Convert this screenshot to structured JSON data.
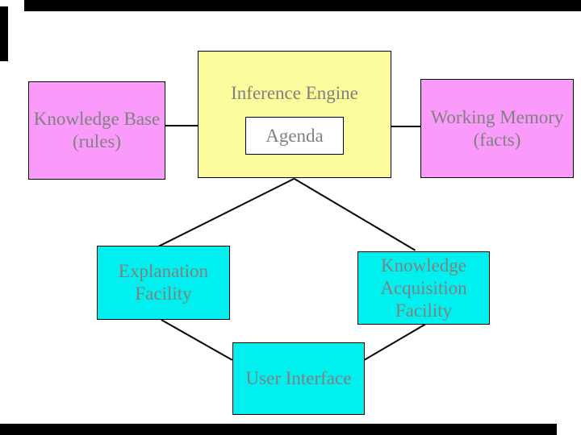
{
  "slide": {
    "background_color": "#FFFFFF",
    "text_color": "#808080",
    "border_color": "#000000",
    "letterbox_color": "#000000"
  },
  "nodes": {
    "inference_engine": {
      "label": "Inference Engine",
      "fill": "#FCFC9C"
    },
    "agenda": {
      "label": "Agenda",
      "fill": "#FFFFFF"
    },
    "knowledge_base": {
      "lines": [
        "Knowledge Base",
        "(rules)"
      ],
      "fill": "#FA9AFA"
    },
    "working_memory": {
      "lines": [
        "Working Memory",
        "(facts)"
      ],
      "fill": "#FA9AFA"
    },
    "explanation_facility": {
      "lines": [
        "Explanation",
        "Facility"
      ],
      "fill": "#00F0F0"
    },
    "knowledge_acquisition_facility": {
      "lines": [
        "Knowledge",
        "Acquisition",
        "Facility"
      ],
      "fill": "#00F0F0"
    },
    "user_interface": {
      "label": "User Interface",
      "fill": "#00F0F0"
    }
  },
  "connectors": [
    {
      "from": "knowledge_base",
      "to": "inference_engine"
    },
    {
      "from": "inference_engine",
      "to": "working_memory"
    },
    {
      "from": "inference_engine",
      "to": "explanation_facility"
    },
    {
      "from": "inference_engine",
      "to": "knowledge_acquisition_facility"
    },
    {
      "from": "explanation_facility",
      "to": "user_interface"
    },
    {
      "from": "knowledge_acquisition_facility",
      "to": "user_interface"
    }
  ]
}
